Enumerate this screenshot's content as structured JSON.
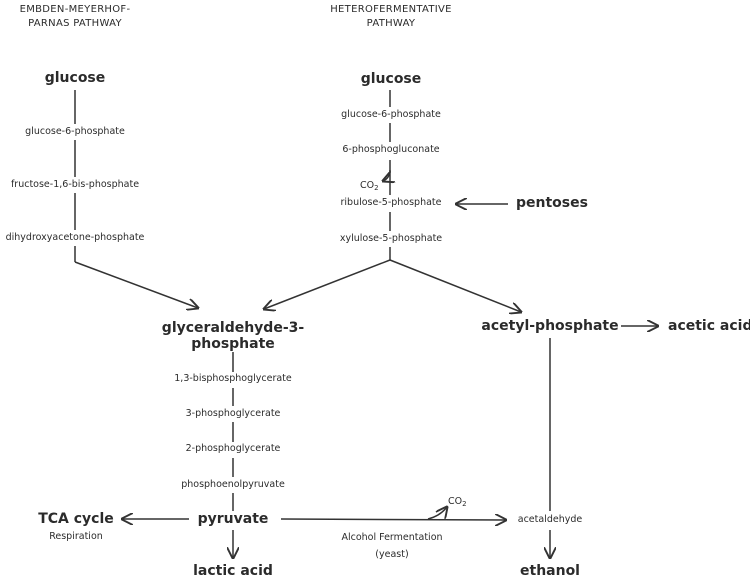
{
  "headers": {
    "emp_line1": "EMBDEN-MEYERHOF-",
    "emp_line2": "PARNAS PATHWAY",
    "het_line1": "HETEROFERMENTATIVE",
    "het_line2": "PATHWAY"
  },
  "emp": {
    "glucose": "glucose",
    "glucose_6_phosphate": "glucose-6-phosphate",
    "fructose_bisphosphate": "fructose-1,6-bis-phosphate",
    "dhap": "dihydroxyacetone-phosphate"
  },
  "het": {
    "glucose": "glucose",
    "glucose_6_phosphate": "glucose-6-phosphate",
    "phosphogluconate": "6-phosphogluconate",
    "co2": "CO",
    "co2_sub": "2",
    "ribulose": "ribulose-5-phosphate",
    "pentoses": "pentoses",
    "xylulose": "xylulose-5-phosphate"
  },
  "g3p": {
    "line1": "glyceraldehyde-3-",
    "line2": "phosphate"
  },
  "lower": {
    "bpg": "1,3-bisphosphoglycerate",
    "pg3": "3-phosphoglycerate",
    "pg2": "2-phosphoglycerate",
    "pep": "phosphoenolpyruvate",
    "pyruvate": "pyruvate",
    "tca": "TCA cycle",
    "respiration": "Respiration",
    "lactic": "lactic acid"
  },
  "acetyl": {
    "acetyl_phosphate": "acetyl-phosphate",
    "acetic_acid": "acetic acid",
    "acetaldehyde": "acetaldehyde",
    "ethanol": "ethanol"
  },
  "fermentation": {
    "label": "Alcohol Fermentation",
    "yeast": "(yeast)",
    "co2": "CO",
    "co2_sub": "2"
  }
}
